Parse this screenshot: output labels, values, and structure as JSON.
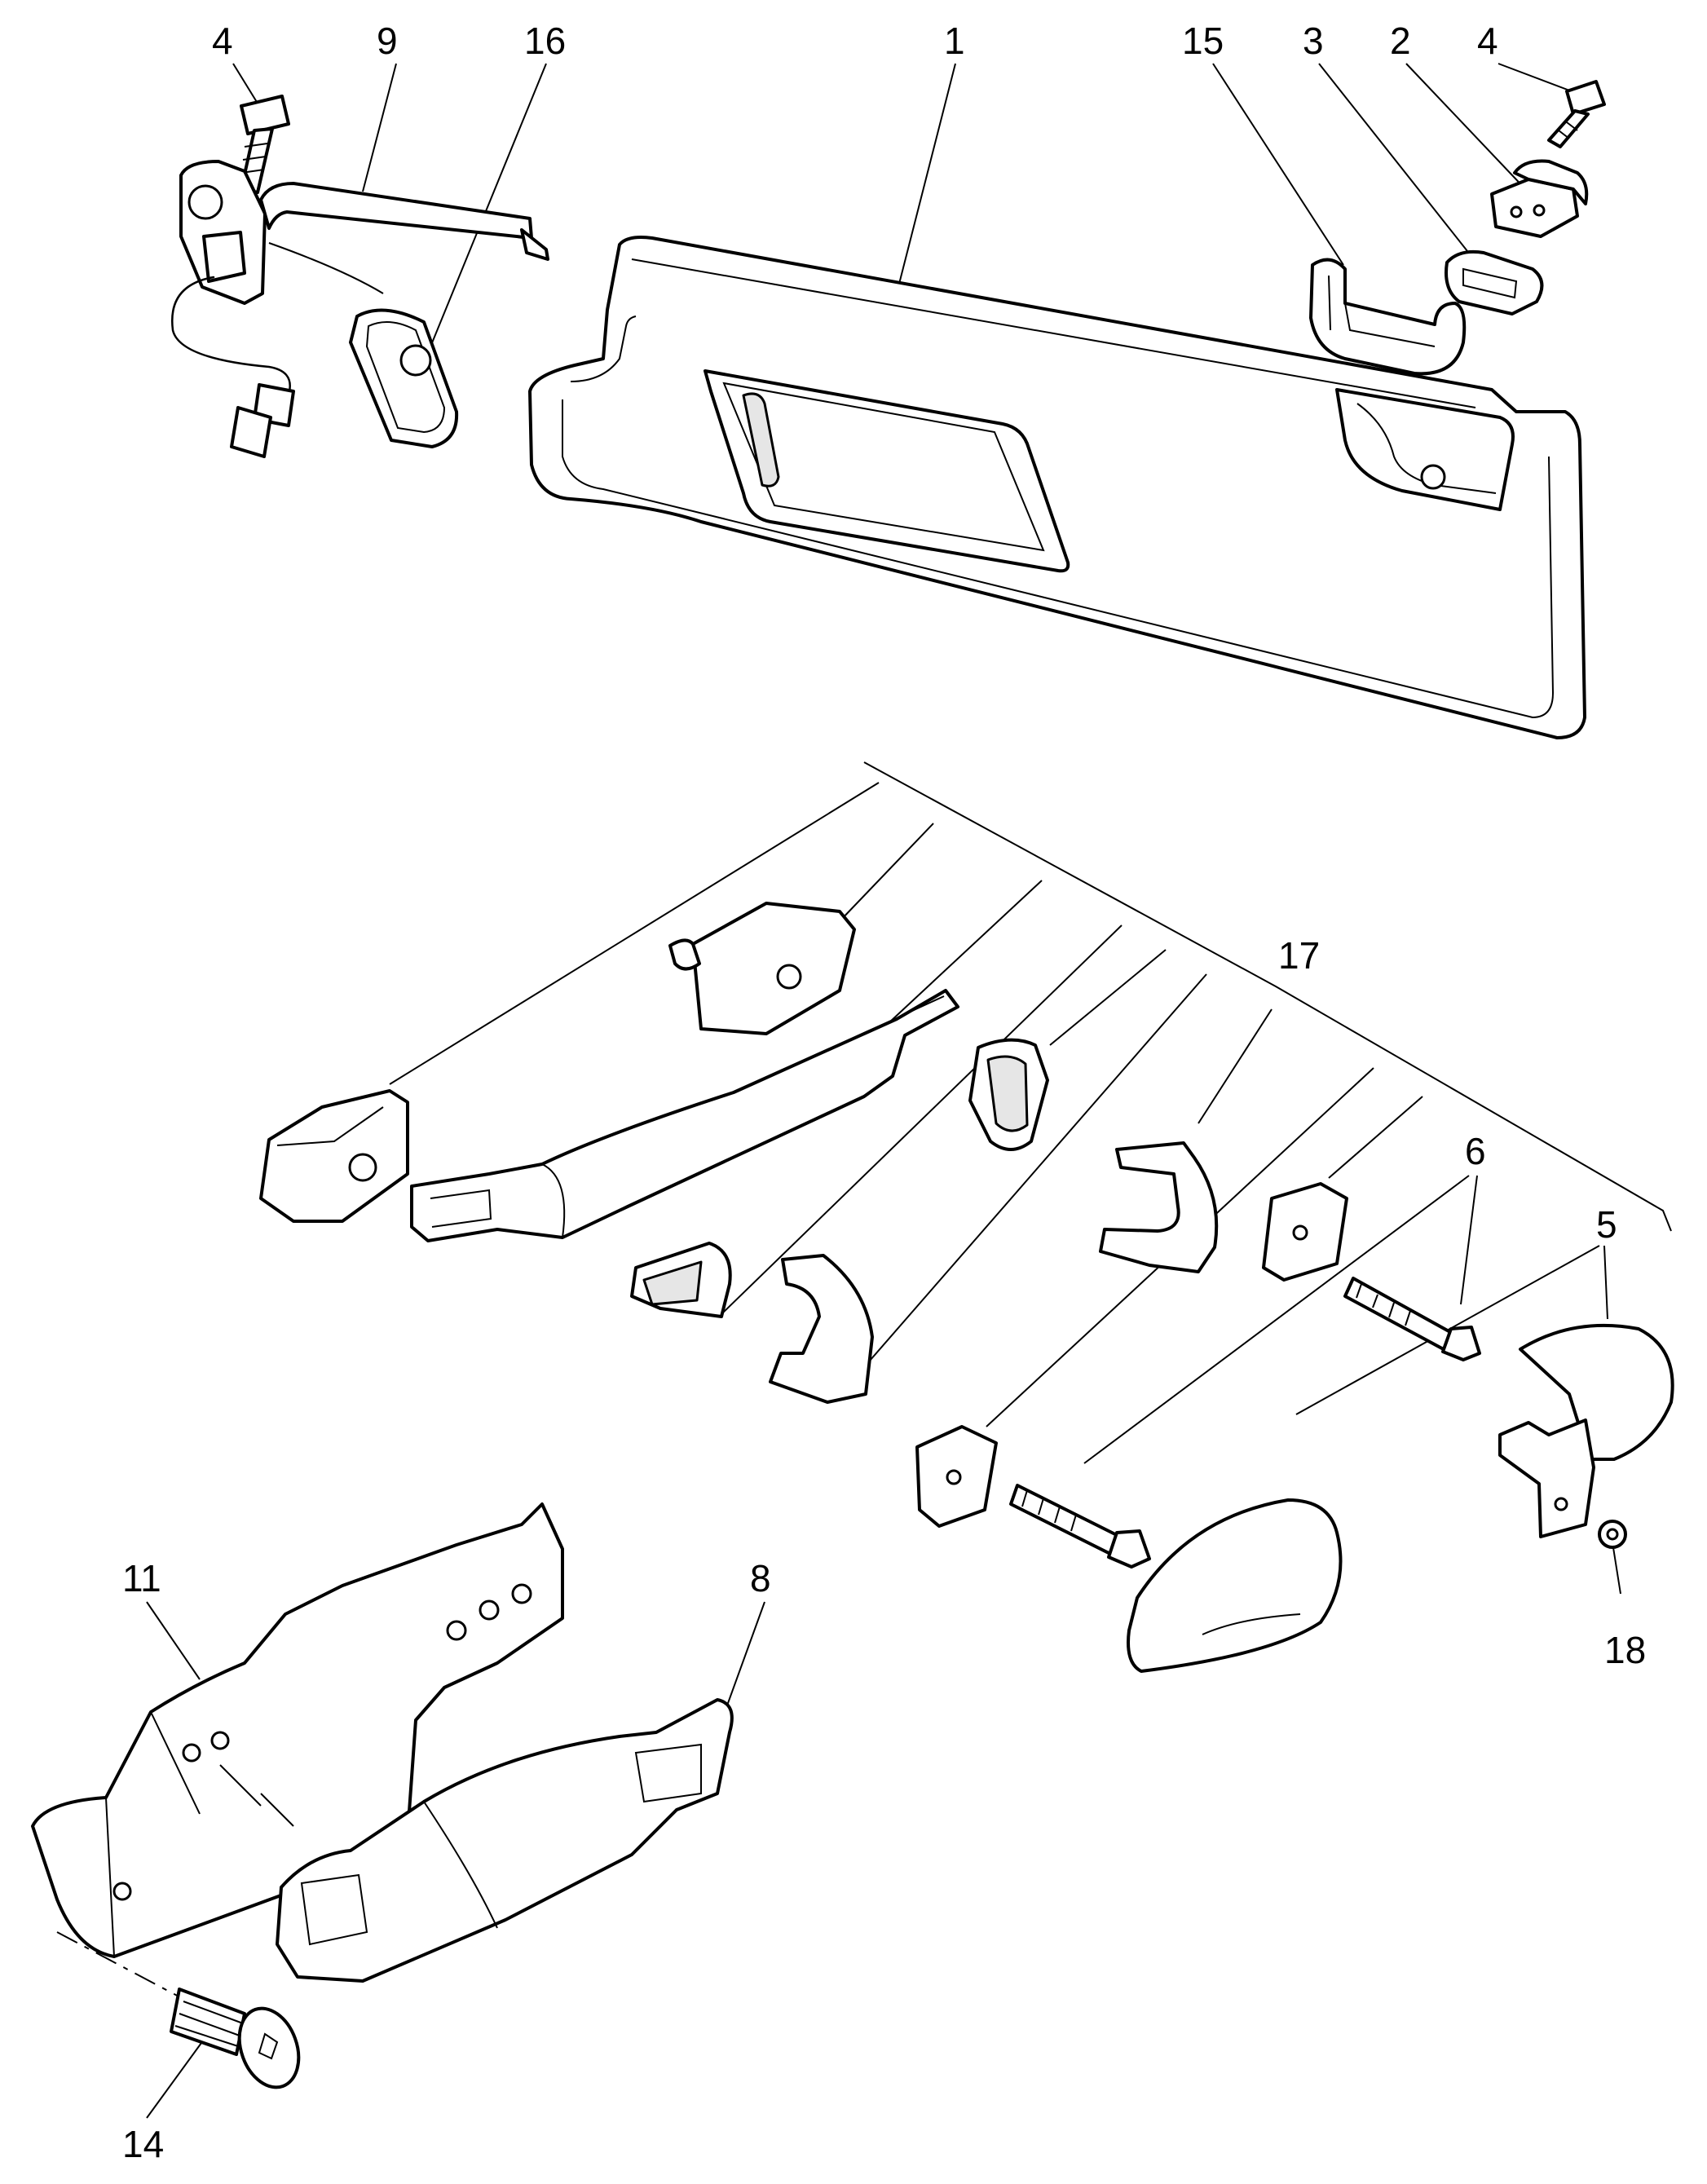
{
  "callouts": [
    {
      "id": "1",
      "label": "1"
    },
    {
      "id": "2",
      "label": "2"
    },
    {
      "id": "3",
      "label": "3"
    },
    {
      "id": "4a",
      "label": "4"
    },
    {
      "id": "4b",
      "label": "4"
    },
    {
      "id": "5",
      "label": "5"
    },
    {
      "id": "6",
      "label": "6"
    },
    {
      "id": "8",
      "label": "8"
    },
    {
      "id": "9",
      "label": "9"
    },
    {
      "id": "11",
      "label": "11"
    },
    {
      "id": "14",
      "label": "14"
    },
    {
      "id": "15",
      "label": "15"
    },
    {
      "id": "16",
      "label": "16"
    },
    {
      "id": "17",
      "label": "17"
    },
    {
      "id": "18",
      "label": "18"
    }
  ],
  "colors": {
    "line": "#000000",
    "fill": "#ffffff",
    "shade": "#e6e6e6"
  }
}
